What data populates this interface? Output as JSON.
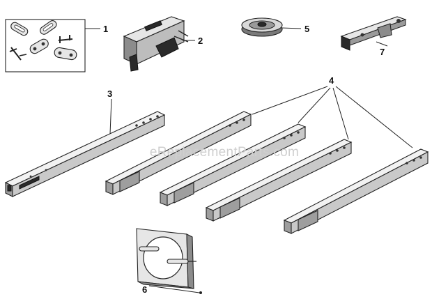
{
  "watermark": "eReplacementParts.com",
  "callouts": {
    "c1": "1",
    "c2": "2",
    "c3": "3",
    "c4": "4",
    "c5": "5",
    "c6": "6",
    "c7": "7"
  }
}
